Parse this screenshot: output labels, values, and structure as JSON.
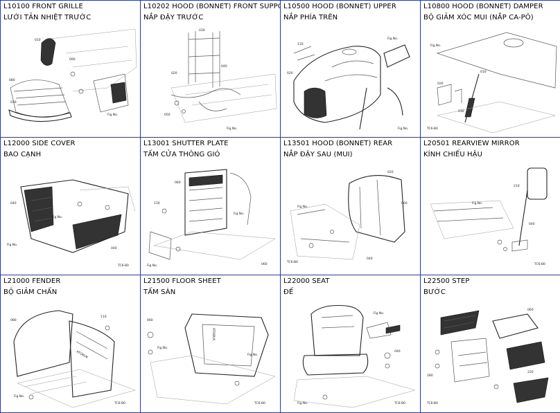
{
  "parts": [
    {
      "code": "L10100 FRONT GRILLE",
      "title": "LƯỚI TẢN NHIỆT TRƯỚC"
    },
    {
      "code": "L10202 HOOD (BONNET) FRONT SUPPO",
      "title": "NẮP ĐẬY TRƯỚC"
    },
    {
      "code": "L10500 HOOD (BONNET) UPPER",
      "title": "NẮP PHÍA TRÊN"
    },
    {
      "code": "L10800 HOOD (BONNET) DAMPER",
      "title": "BỘ GIẢM XÓC MUI (NẮP CA-PÔ)"
    },
    {
      "code": "L12000 SIDE COVER",
      "title": "BAO CẠNH"
    },
    {
      "code": "L13001 SHUTTER PLATE",
      "title": "TẤM CỬA THÔNG GIÓ"
    },
    {
      "code": "L13501 HOOD (BONNET) REAR",
      "title": "NẮP ĐẬY SAU (MUI)"
    },
    {
      "code": "L20501 REARVIEW MIRROR",
      "title": "KÍNH CHIẾU HẬU"
    },
    {
      "code": "L21000 FENDER",
      "title": "BỘ GIẢM CHẤN"
    },
    {
      "code": "L21500 FLOOR SHEET",
      "title": "TẤM SÀN"
    },
    {
      "code": "L22000 SEAT",
      "title": "ĐẾ"
    },
    {
      "code": "L22500 STEP",
      "title": "BƯỚC"
    }
  ]
}
